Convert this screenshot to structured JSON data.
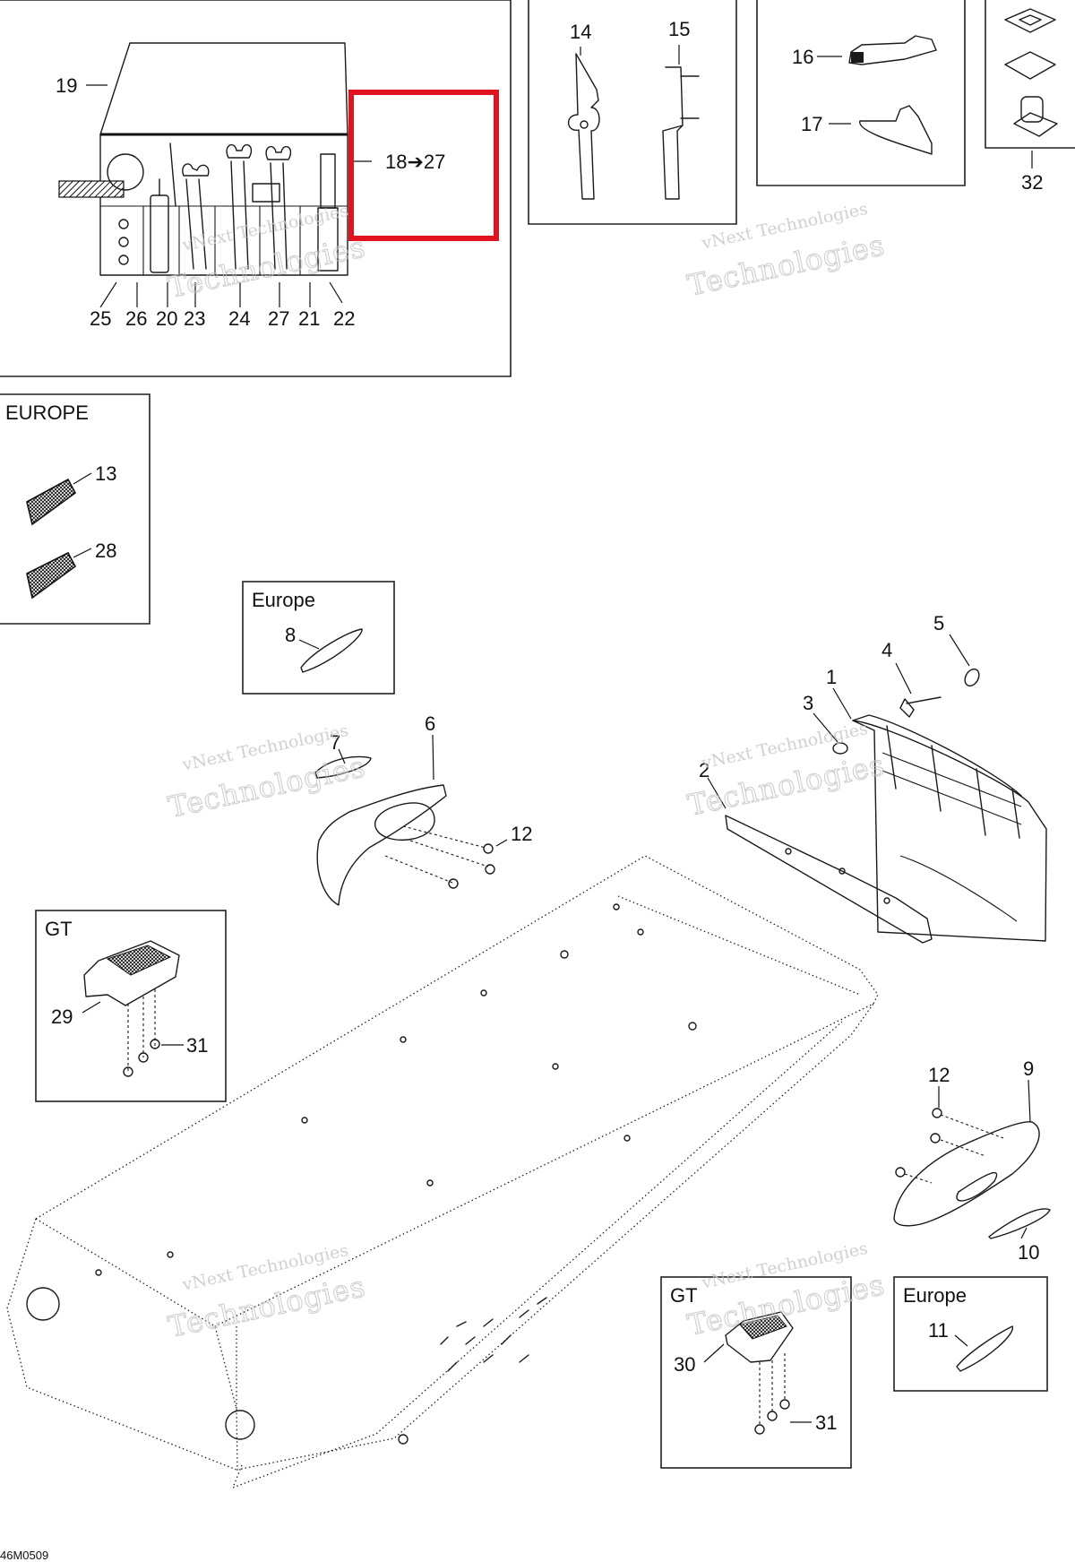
{
  "diagram": {
    "labels": {
      "l19": "19",
      "l18_27": "18➔27",
      "l25": "25",
      "l26": "26",
      "l20": "20",
      "l23": "23",
      "l24": "24",
      "l27": "27",
      "l21": "21",
      "l22": "22",
      "l14": "14",
      "l15": "15",
      "l16": "16",
      "l17": "17",
      "l32": "32",
      "l13": "13",
      "l28": "28",
      "l8": "8",
      "l1": "1",
      "l2": "2",
      "l3": "3",
      "l4": "4",
      "l5": "5",
      "l6": "6",
      "l7": "7",
      "l12a": "12",
      "l12b": "12",
      "l29": "29",
      "l31a": "31",
      "l31b": "31",
      "l30": "30",
      "l9": "9",
      "l10": "10",
      "l11": "11"
    },
    "boxes": {
      "europe_caps": "EUROPE",
      "europe_8": "Europe",
      "europe_11": "Europe",
      "gt_29": "GT",
      "gt_30": "GT"
    },
    "watermark": {
      "small": "vNext Technologies",
      "large": "Technologies",
      "top": "vNext"
    },
    "drawing_code": "46M0509",
    "highlight_color": "#e0141e"
  }
}
